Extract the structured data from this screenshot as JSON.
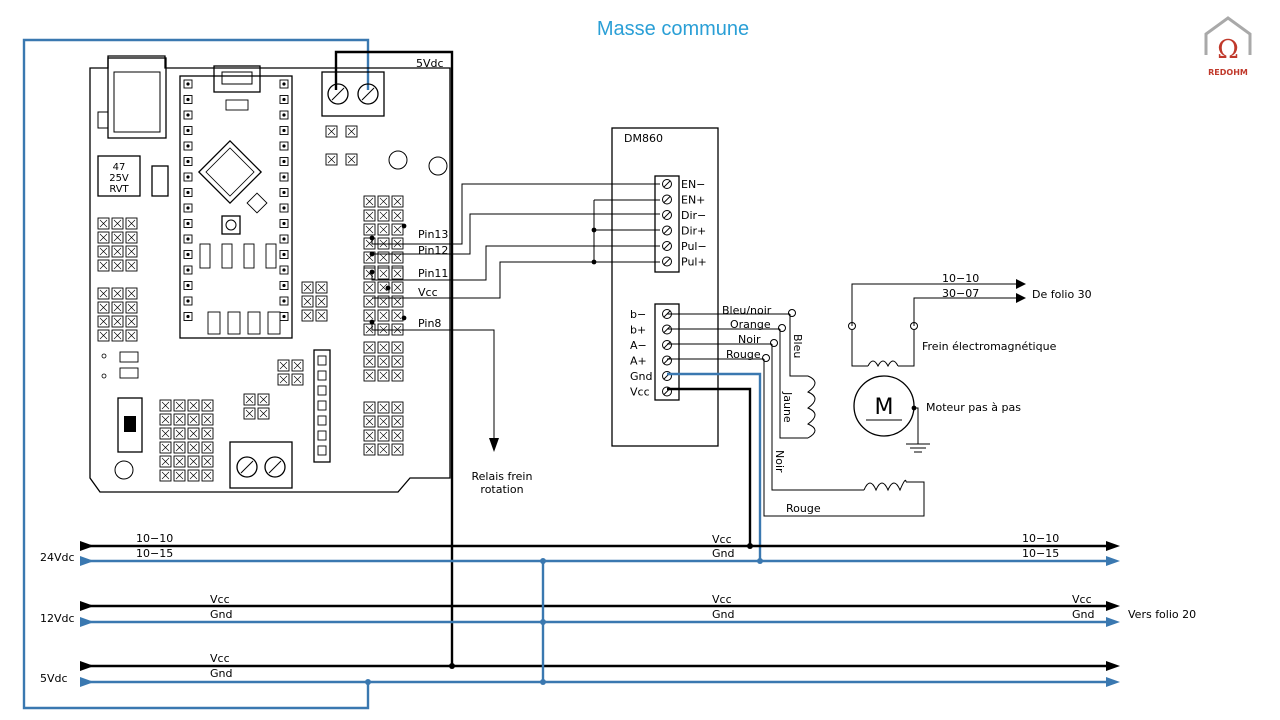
{
  "title": "Masse commune",
  "logo": {
    "text": "REDOHM",
    "color": "#c0392b",
    "icon": "house-omega-icon"
  },
  "colors": {
    "blue_wire": "#3a78b0",
    "title": "#2a9fd6",
    "black_wire": "#000000"
  },
  "board": {
    "supply_label": "5Vdc",
    "pins": [
      "Pin13",
      "Pin12",
      "Pin11",
      "Vcc",
      "Pin8"
    ],
    "cap_marking": [
      "47",
      "25V",
      "RVT"
    ]
  },
  "driver": {
    "name": "DM860",
    "signal_terminals": [
      "EN−",
      "EN+",
      "Dir−",
      "Dir+",
      "Pul−",
      "Pul+"
    ],
    "power_terminals": [
      "b−",
      "b+",
      "A−",
      "A+",
      "Gnd",
      "Vcc"
    ],
    "motor_wire_labels": [
      "Bleu/noir",
      "Orange",
      "Noir",
      "Rouge"
    ]
  },
  "relay_label": [
    "Relais frein",
    "rotation"
  ],
  "brake": {
    "wire_refs": [
      "10−10",
      "30−07"
    ],
    "source": "De folio 30",
    "label": "Frein électromagnétique"
  },
  "motor": {
    "symbol": "M",
    "label": "Moteur pas à pas",
    "coil_wires": [
      "Bleu",
      "Jaune",
      "Noir",
      "Rouge"
    ]
  },
  "buses": [
    {
      "name": "24Vdc",
      "top_ref_left": "10−10",
      "bottom_ref_left": "10−15",
      "mid_top": "Vcc",
      "mid_bottom": "Gnd",
      "top_ref_right": "10−10",
      "bottom_ref_right": "10−15"
    },
    {
      "name": "12Vdc",
      "left_top": "Vcc",
      "left_bottom": "Gnd",
      "mid_top": "Vcc",
      "mid_bottom": "Gnd",
      "right_top": "Vcc",
      "right_bottom": "Gnd",
      "destination": "Vers folio 20"
    },
    {
      "name": "5Vdc",
      "left_top": "Vcc",
      "left_bottom": "Gnd"
    }
  ]
}
